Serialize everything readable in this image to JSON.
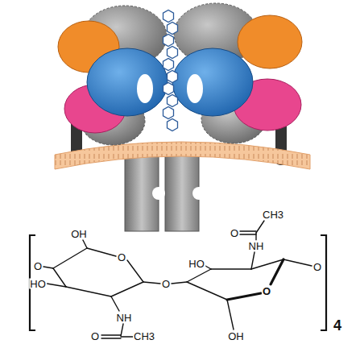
{
  "diagram": {
    "labels": [
      "CH3",
      "OH",
      "O",
      "NH",
      "HO",
      "O",
      "O",
      "O",
      "HO",
      "O",
      "O",
      "NH",
      "4",
      "OH",
      "O",
      "CH3"
    ]
  }
}
